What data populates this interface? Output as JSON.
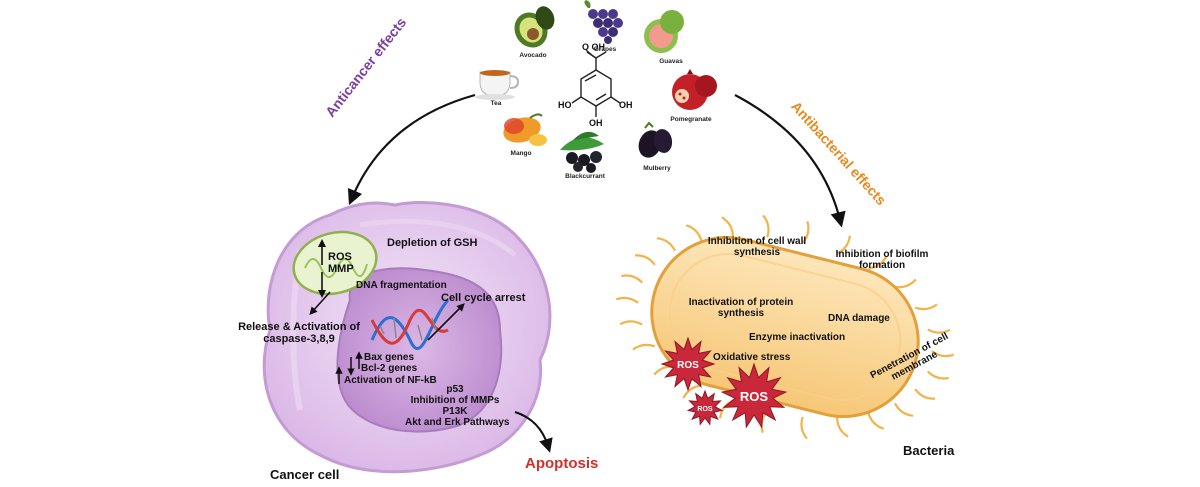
{
  "fruits": {
    "avocado": "Avocado",
    "grapes": "Grapes",
    "guavas": "Guavas",
    "tea": "Tea",
    "pomegranate": "Pomegranate",
    "mango": "Mango",
    "blackcurrant": "Blackcurrant",
    "mulberry": "Mulberry"
  },
  "molecule": {
    "top_group": "O    OH",
    "ho_left": "HO",
    "oh_right": "OH",
    "oh_bottom": "OH"
  },
  "anticancer": {
    "title": "Anticancer effects",
    "cell_label": "Cancer cell",
    "ros": "ROS",
    "mmp": "MMP",
    "gsh": "Depletion of GSH",
    "dna_frag": "DNA fragmentation",
    "cell_cycle": "Cell cycle arrest",
    "caspase_1": "Release & Activation of",
    "caspase_2": "caspase-3,8,9",
    "bax": "Bax genes",
    "bcl2": "Bcl-2 genes",
    "nfkb": "Activation of NF-kB",
    "p53": "p53",
    "mmps": "Inhibition of MMPs",
    "p13k": "P13K",
    "akt": "Akt and Erk Pathways",
    "apoptosis": "Apoptosis"
  },
  "antibacterial": {
    "title": "Antibacterial effects",
    "bacteria_label": "Bacteria",
    "cell_wall_1": "Inhibition of cell wall",
    "cell_wall_2": "synthesis",
    "biofilm_1": "Inhibition of biofilm",
    "biofilm_2": "formation",
    "protein_1": "Inactivation of protein",
    "protein_2": "synthesis",
    "dna_damage": "DNA damage",
    "enzyme": "Enzyme inactivation",
    "oxidative": "Oxidative stress",
    "membrane_1": "Penetration of cell",
    "membrane_2": "membrane",
    "ros_1": "ROS",
    "ros_2": "ROS",
    "ros_3": "ROS"
  },
  "colors": {
    "purple_title": "#7a3fa0",
    "orange_title": "#e8891e",
    "apoptosis_red": "#d0312d",
    "cell_outer": "#e6cdef",
    "cell_inner": "#cfa6dc",
    "bacteria_fill": "#fbd79a",
    "ros_burst": "#c8283a"
  }
}
